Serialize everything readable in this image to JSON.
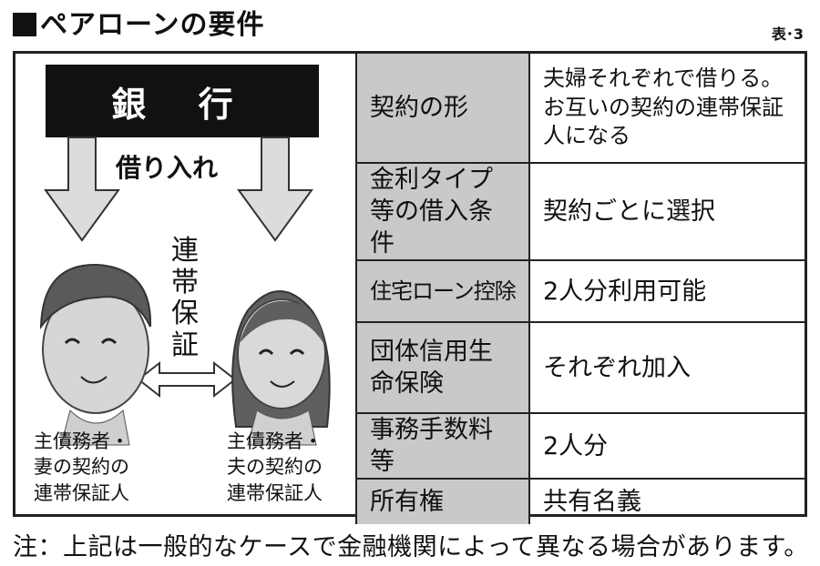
{
  "title": "■ペアローンの要件",
  "title_text": "ペアローンの要件",
  "table_number": "表･3",
  "illustration": {
    "bank": "銀 行",
    "borrow_label": "借り入れ",
    "guarantee_label": "連帯保証",
    "left_caption": "主債務者・\n妻の契約の\n連帯保証人",
    "right_caption": "主債務者・\n夫の契約の\n連帯保証人"
  },
  "rows": [
    {
      "label": "契約の形",
      "value": "夫婦それぞれで借りる。お互いの契約の連帯保証人になる"
    },
    {
      "label": "金利タイプ等の借入条件",
      "value": "契約ごとに選択"
    },
    {
      "label": "住宅ローン控除",
      "value": "2人分利用可能"
    },
    {
      "label": "団体信用生命保険",
      "value": "それぞれ加入"
    },
    {
      "label": "事務手数料等",
      "value": "2人分"
    },
    {
      "label": "所有権",
      "value": "共有名義"
    }
  ],
  "note": "注：上記は一般的なケースで金融機関によって異なる場合があります。"
}
